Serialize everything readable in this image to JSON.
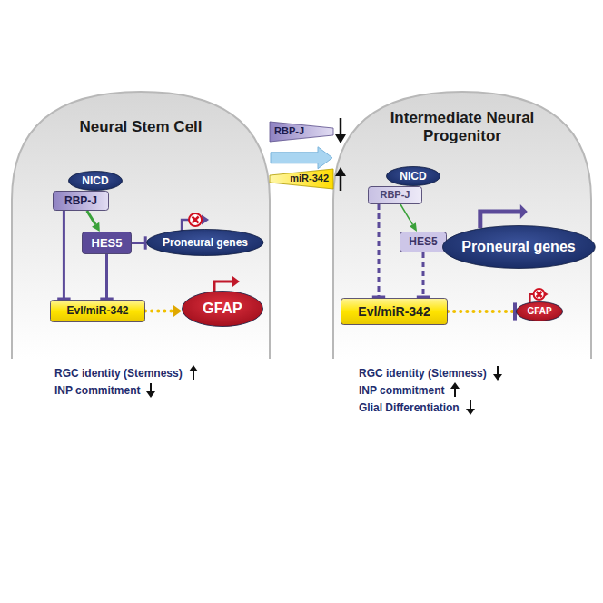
{
  "diagram": {
    "nodes": [
      {
        "text": [
          "Neural Stem Cell"
        ]
      },
      {
        "text": [
          "NICD"
        ],
        "in": 0
      },
      {
        "text": [
          "RBP-J"
        ],
        "in": 0
      },
      {
        "text": [
          "HES5"
        ],
        "in": 0
      },
      {
        "text": [
          "Proneural genes"
        ],
        "in": 0
      },
      {
        "text": [
          "Evl/miR-342"
        ],
        "in": 0
      },
      {
        "text": [
          "GFAP"
        ],
        "in": 0
      },
      {
        "text": [
          "RBP-J"
        ]
      },
      {
        "text": [
          "miR-342"
        ]
      },
      {
        "text": [
          "Intermediate Neural Progenitor"
        ]
      },
      {
        "text": [
          "NICD"
        ],
        "in": 9
      },
      {
        "text": [
          "RBP-J"
        ],
        "in": 9
      },
      {
        "text": [
          "HES5"
        ],
        "in": 9
      },
      {
        "text": [
          "Proneural genes"
        ],
        "in": 9
      },
      {
        "text": [
          "Evl/miR-342"
        ],
        "in": 9
      },
      {
        "text": [
          "GFAP"
        ],
        "in": 9
      }
    ],
    "edges": [
      {
        "from": 0,
        "to": 9,
        "arrow": "to"
      },
      {
        "from": 2,
        "to": 3,
        "arrow": "to"
      },
      {
        "from": 2,
        "to": 5,
        "arrow": "to"
      },
      {
        "from": 3,
        "to": 5,
        "arrow": "to"
      },
      {
        "from": 3,
        "to": 4,
        "arrow": "to"
      },
      {
        "from": 5,
        "to": 6,
        "arrow": "to"
      },
      {
        "from": 11,
        "to": 12,
        "arrow": "to"
      },
      {
        "from": 11,
        "to": 14,
        "arrow": "to"
      },
      {
        "from": 12,
        "to": 14,
        "arrow": "to"
      },
      {
        "from": 12,
        "to": 13,
        "arrow": "to"
      },
      {
        "from": 14,
        "to": 15,
        "arrow": "to"
      }
    ],
    "labels": [
      "RGC identity (Stemness)",
      "INP commitment",
      "RGC identity (Stemness)",
      "INP commitment",
      "Glial Differentiation"
    ]
  }
}
